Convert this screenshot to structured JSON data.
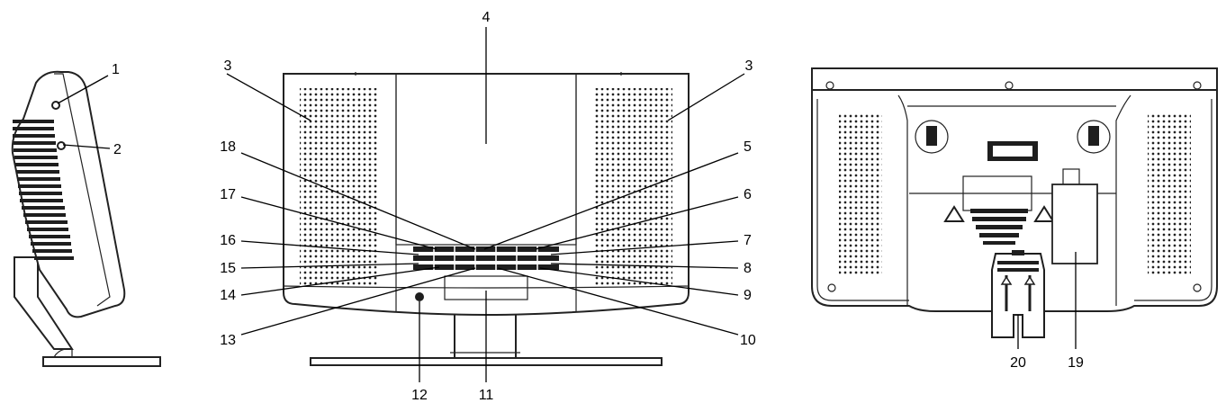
{
  "colors": {
    "line": "#000000",
    "background": "#ffffff"
  },
  "callouts": [
    "1",
    "2",
    "3",
    "3",
    "4",
    "5",
    "6",
    "7",
    "8",
    "9",
    "10",
    "11",
    "12",
    "13",
    "14",
    "15",
    "16",
    "17",
    "18",
    "19",
    "20"
  ]
}
